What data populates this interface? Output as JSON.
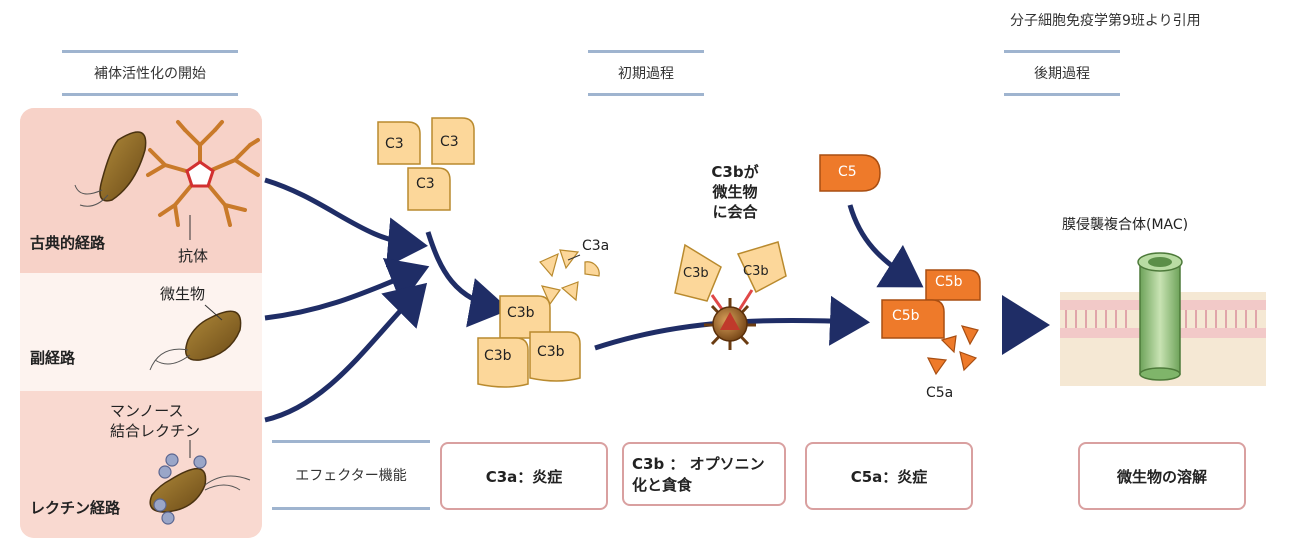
{
  "citation": "分子細胞免疫学第9班より引用",
  "phases": {
    "start": "補体活性化の開始",
    "early": "初期過程",
    "late": "後期過程"
  },
  "pathways": {
    "classical": "古典的経路",
    "alternative": "副経路",
    "lectin": "レクチン経路"
  },
  "labels": {
    "antibody": "抗体",
    "microbe": "微生物",
    "mbl_line1": "マンノース",
    "mbl_line2": "結合レクチン",
    "c3": "C3",
    "c3a": "C3a",
    "c3b": "C3b",
    "c3b_binding_line1": "C3bが",
    "c3b_binding_line2": "微生物",
    "c3b_binding_line3": "に会合",
    "c5": "C5",
    "c5b": "C5b",
    "c5a": "C5a",
    "mac": "膜侵襲複合体(MAC)"
  },
  "effector": {
    "title": "エフェクター機能",
    "c3a": "C3a：炎症",
    "c3b_line1": "C3b ： オプソニン",
    "c3b_line2": "化と貪食",
    "c5a": "C5a：炎症",
    "lysis": "微生物の溶解"
  },
  "colors": {
    "arrow": "#1f2d66",
    "c3_fill": "#fcd79a",
    "c5_fill": "#ee7a2a",
    "panel_pink": "#f7d2c8",
    "box_border": "#d9a0a0"
  }
}
